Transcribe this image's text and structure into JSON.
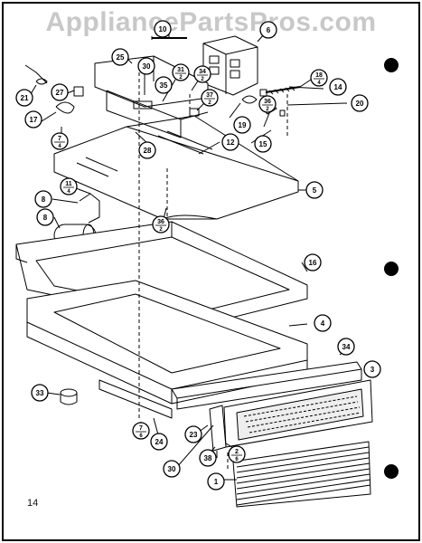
{
  "watermark": "AppliancePartsPros.com",
  "page_number": "14",
  "callouts": [
    {
      "id": "c10",
      "label": "10"
    },
    {
      "id": "c6",
      "label": "6"
    },
    {
      "id": "c25",
      "label": "25"
    },
    {
      "id": "c30a",
      "label": "30"
    },
    {
      "id": "c31",
      "label": "31",
      "sub": "2"
    },
    {
      "id": "c35",
      "label": "35"
    },
    {
      "id": "c34a",
      "label": "34",
      "sub": "2"
    },
    {
      "id": "c37",
      "label": "37",
      "sub": "2"
    },
    {
      "id": "c18a",
      "label": "18",
      "sub": "4"
    },
    {
      "id": "c14",
      "label": "14"
    },
    {
      "id": "c36a",
      "label": "36",
      "sub": "2"
    },
    {
      "id": "c20",
      "label": "20"
    },
    {
      "id": "c21",
      "label": "21"
    },
    {
      "id": "c27",
      "label": "27"
    },
    {
      "id": "c17",
      "label": "17"
    },
    {
      "id": "c7a",
      "label": "7",
      "sub": "4"
    },
    {
      "id": "c19",
      "label": "19"
    },
    {
      "id": "c28",
      "label": "28"
    },
    {
      "id": "c12",
      "label": "12"
    },
    {
      "id": "c15",
      "label": "15"
    },
    {
      "id": "c11",
      "label": "11",
      "sub": "4"
    },
    {
      "id": "c5",
      "label": "5"
    },
    {
      "id": "c8a",
      "label": "8"
    },
    {
      "id": "c8b",
      "label": "8"
    },
    {
      "id": "c36b",
      "label": "36",
      "sub": "2"
    },
    {
      "id": "c16",
      "label": "16"
    },
    {
      "id": "c4",
      "label": "4"
    },
    {
      "id": "c34b",
      "label": "34"
    },
    {
      "id": "c3",
      "label": "3"
    },
    {
      "id": "c33",
      "label": "33"
    },
    {
      "id": "c7b",
      "label": "7",
      "sub": "6"
    },
    {
      "id": "c24",
      "label": "24"
    },
    {
      "id": "c23",
      "label": "23"
    },
    {
      "id": "c38",
      "label": "38"
    },
    {
      "id": "c30b",
      "label": "30"
    },
    {
      "id": "c2",
      "label": "2",
      "sub": "6"
    },
    {
      "id": "c1",
      "label": "1"
    }
  ]
}
